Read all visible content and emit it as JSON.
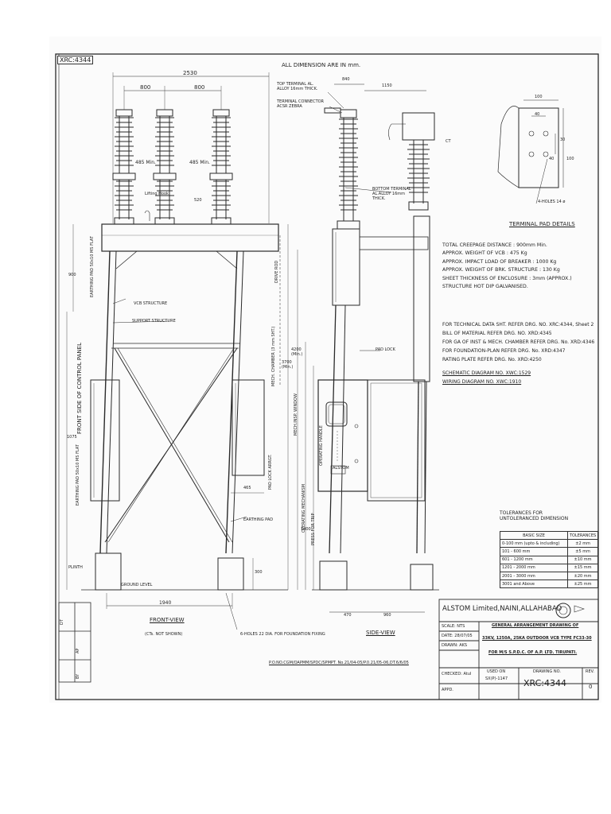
{
  "drawing_number_tag": "XRC:4344",
  "general_note": "ALL DIMENSION ARE IN mm.",
  "dimensions": {
    "overall_width": "2530",
    "pole_spacing_1": "800",
    "pole_spacing_2": "800",
    "clearance_1": "485 Min.",
    "clearance_2": "485 Min.",
    "height_520": "520",
    "height_900": "900",
    "height_1075": "1075",
    "height_4200": "4200 (Min.)",
    "height_3700": "3700 (Min.)",
    "height_1400": "1400",
    "dim_465": "465",
    "dim_300": "300",
    "base_width": "1940",
    "side_840": "840",
    "side_1150": "1150",
    "side_470": "470",
    "side_960": "960",
    "pad_100": "100",
    "pad_40": "40",
    "pad_30": "30",
    "pad_40b": "40",
    "pad_100b": "100"
  },
  "front_labels": {
    "lifting_hook": "Lifting Hook",
    "earthing_pad_top": "EARTHING PAD 50x10 MS FLAT",
    "vcb_structure": "VCB STRUCTURE",
    "support_structure": "SUPPORT STRUCTURE",
    "front_side_panel": "FRONT SIDE OF CONTROL PANEL",
    "earthing_pad_side": "EARTHING PAD 50x10 MS FLAT",
    "plinth": "PLINTH",
    "ground_level": "GROUND LEVEL",
    "drive_rod": "DRIVE ROD",
    "mech_chamber": "MECH. CHAMBER (3 mm SHT.)",
    "pad_lock_arrgt": "PAD LOCK ARRGT.",
    "earthing_pad": "EARTHING PAD",
    "mech_insp_window": "MECH.INSP. WINDOW",
    "operating_mechanism": "OPERATING MECHANISM",
    "press_for_trip": "PRESS FOR TRIP",
    "operating_handle": "OPERATING HANDLE",
    "pad_lock": "PAD LOCK",
    "alstom_badge": "ALSTOM",
    "foundation_holes": "6-HOLES 22 DIA. FOR FOUNDATION FIXING",
    "front_view_title": "FRONT-VIEW",
    "front_view_sub": "(CTs. NOT SHOWN)",
    "side_view_title": "SIDE-VIEW"
  },
  "side_labels": {
    "top_terminal": "TOP TERMINAL AL. ALLOY 16mm THICK.",
    "terminal_connector": "TERMINAL CONNECTOR ACSR ZEBRA",
    "bottom_terminal": "BOTTOM TERMINAL AL.ALLOY 16mm THICK.",
    "ct": "CT"
  },
  "terminal_pad": {
    "title": "TERMINAL PAD DETAILS",
    "holes": "4-HOLES 14 ø"
  },
  "notes": [
    "TOTAL CREEPAGE DISTANCE : 900mm Min.",
    "APPROX. WEIGHT OF VCB : 475 Kg",
    "APPROX. IMPACT LOAD OF BREAKER : 1000 Kg",
    "APPROX. WEIGHT OF BRK. STRUCTURE : 130 Kg",
    "SHEET THICKNESS OF ENCLOSURE : 3mm (APPROX.)",
    "STRUCTURE HOT DIP GALVANISED."
  ],
  "references": [
    "FOR TECHNICAL DATA SHT. REFER DRG. NO. XRC:4344, Sheet 2",
    "BILL OF MATERIAL REFER DRG. NO. XRD:4345",
    "FOR GA OF INST & MECH. CHAMBER REFER DRG. No. XRD:4346",
    "FOR FOUNDATION-PLAN REFER DRG. No. XRD:4347",
    "RATING PLATE REFER DRG. No. XRD:4250"
  ],
  "diagram_refs": [
    "SCHEMATIC DIAGRAM NO. XWC:1529",
    "WIRING DIAGRAM NO. XWC:1910"
  ],
  "tolerances": {
    "heading_1": "TOLERANCES FOR",
    "heading_2": "UNTOLERANCED DIMENSION",
    "col_size": "BASIC SIZE",
    "col_tol": "TOLERANCES",
    "rows": [
      {
        "size": "0-100 mm (upto & including)",
        "tol": "±2 mm"
      },
      {
        "size": "101 - 600 mm",
        "tol": "±5 mm"
      },
      {
        "size": "601 - 1200 mm",
        "tol": "±10 mm"
      },
      {
        "size": "1201 - 2000 mm",
        "tol": "±15 mm"
      },
      {
        "size": "2001 - 3000 mm",
        "tol": "±20 mm"
      },
      {
        "size": "3001 and Above",
        "tol": "±25 mm"
      }
    ]
  },
  "title_block": {
    "company": "ALSTOM Limited,NAINI,ALLAHABAD",
    "title_1": "GENERAL ARRANGEMENT DRAWING OF",
    "title_2": "33KV, 1250A, 25KA OUTDOOR VCB TYPE FC33-30",
    "title_3": "FOR M/S S.P.D.C. OF A.P. LTD. TIRUPATI.",
    "scale": "SCALE: NTS",
    "date": "DATE: 28/07/05",
    "drawn": "DRAWN: AKS",
    "checked": "CHECKED: Atul",
    "appd": "APPD.",
    "used_on_label": "USED ON",
    "used_on_value": "SX(P)-1147",
    "drawing_no_label": "DRAWING NO.",
    "drawing_no": "XRC:4344",
    "rev_label": "REV.",
    "rev": "0"
  },
  "po_reference": "P.O.NO.CGM/OAPMM/SPDC/SPMPT. No.21/04-05/P.0.21/05-06,DT.6/6/05",
  "revision_strip": [
    "DT",
    "AP",
    "BY"
  ]
}
